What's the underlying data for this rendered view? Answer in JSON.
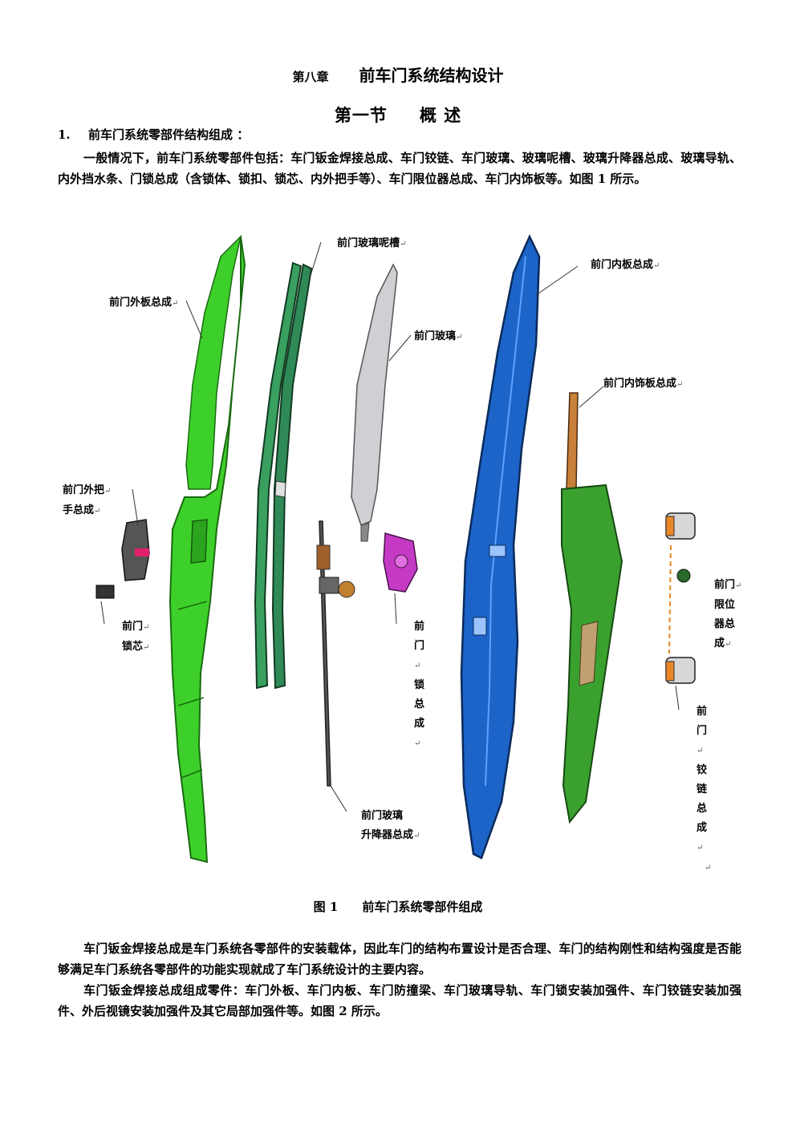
{
  "header": {
    "chapter_label": "第八章",
    "chapter_title": "前车门系统结构设计",
    "section_label": "第一节",
    "section_title": "概 述"
  },
  "intro": {
    "item_number": "1.",
    "item_title": "前车门系统零部件结构组成 ：",
    "paragraph": "一般情况下，前车门系统零部件包括：车门钣金焊接总成、车门铰链、车门玻璃、玻璃呢槽、玻璃升降器总成、玻璃导轨、内外挡水条、门锁总成（含锁体、锁扣、锁芯、内外把手等）、车门限位器总成、车门内饰板等。如图 1 所示。"
  },
  "figure": {
    "labels": {
      "outer_panel": "前门外板总成",
      "glass_run": "前门玻璃呢槽",
      "glass": "前门玻璃",
      "inner_panel": "前门内板总成",
      "trim_panel": "前门内饰板总成",
      "outer_handle_line1": "前门外把",
      "outer_handle_line2": "手总成",
      "lock_cylinder_line1": "前门",
      "lock_cylinder_line2": "锁芯",
      "lock_assembly": [
        "前",
        "门",
        "锁",
        "总",
        "成"
      ],
      "check_strap": [
        "前门",
        "限位",
        "器总",
        "成"
      ],
      "hinge": [
        "前",
        "门",
        "铰",
        "链",
        "总",
        "成"
      ],
      "regulator_line1": "前门玻璃",
      "regulator_line2": "升降器总成"
    },
    "return_mark": "↵",
    "caption_number": "图 1",
    "caption_title": "前车门系统零部件组成",
    "colors": {
      "outer_panel": "#3ed02a",
      "glass_run": "#2f8a57",
      "glass": "#cfcfd4",
      "inner_panel": "#1c64c8",
      "trim_panel": "#3aa12e",
      "lock": "#c43ac4",
      "hinge_orange": "#e8862a"
    }
  },
  "body": {
    "paragraph2": "车门钣金焊接总成是车门系统各零部件的安装载体，因此车门的结构布置设计是否合理、车门的结构刚性和结构强度是否能够满足车门系统各零部件的功能实现就成了车门系统设计的主要内容。",
    "paragraph3": "车门钣金焊接总成组成零件：车门外板、车门内板、车门防撞梁、车门玻璃导轨、车门锁安装加强件、车门铰链安装加强件、外后视镜安装加强件及其它局部加强件等。如图 2 所示。"
  }
}
